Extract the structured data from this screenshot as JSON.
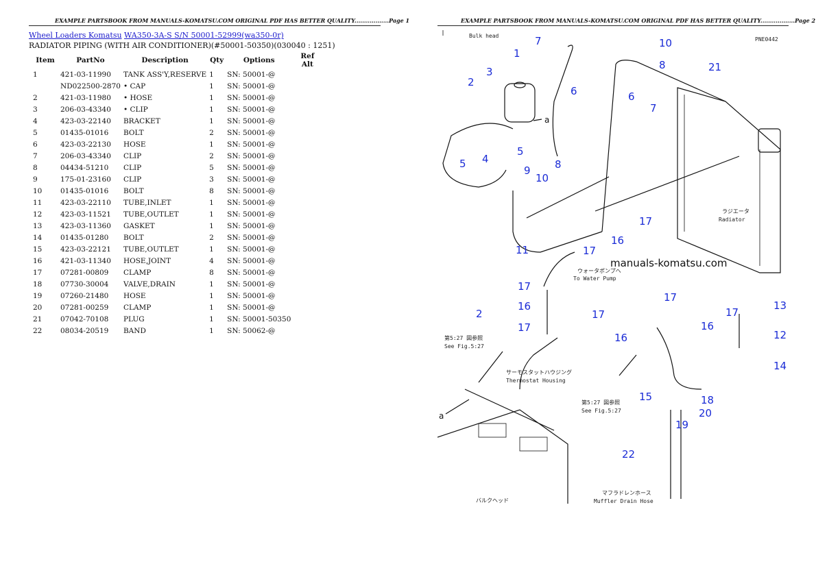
{
  "header": {
    "left": "EXAMPLE PARTSBOOK FROM MANUALS-KOMATSU.COM ORIGINAL PDF HAS BETTER QUALITY..................Page 1",
    "right": "EXAMPLE PARTSBOOK FROM MANUALS-KOMATSU.COM ORIGINAL PDF HAS BETTER QUALITY..................Page 2"
  },
  "breadcrumb": {
    "category": "Wheel Loaders Komatsu",
    "model": "WA350-3A-S S/N 50001-52999(wa350-0r)"
  },
  "subtitle": "RADIATOR PIPING (WITH AIR CONDITIONER)(#50001-50350)(030040 : 1251)",
  "table": {
    "columns": [
      "Item",
      "PartNo",
      "Description",
      "Qty",
      "Options",
      "Ref Alt"
    ],
    "rows": [
      [
        "1",
        "421-03-11990",
        "TANK ASS'Y,RESERVE",
        "1",
        "SN: 50001-@",
        ""
      ],
      [
        "",
        "ND022500-2870",
        "• CAP",
        "1",
        "SN: 50001-@",
        ""
      ],
      [
        "2",
        "421-03-11980",
        "• HOSE",
        "1",
        "SN: 50001-@",
        ""
      ],
      [
        "3",
        "206-03-43340",
        "• CLIP",
        "1",
        "SN: 50001-@",
        ""
      ],
      [
        "4",
        "423-03-22140",
        "BRACKET",
        "1",
        "SN: 50001-@",
        ""
      ],
      [
        "5",
        "01435-01016",
        "BOLT",
        "2",
        "SN: 50001-@",
        ""
      ],
      [
        "6",
        "423-03-22130",
        "HOSE",
        "1",
        "SN: 50001-@",
        ""
      ],
      [
        "7",
        "206-03-43340",
        "CLIP",
        "2",
        "SN: 50001-@",
        ""
      ],
      [
        "8",
        "04434-51210",
        "CLIP",
        "5",
        "SN: 50001-@",
        ""
      ],
      [
        "9",
        "175-01-23160",
        "CLIP",
        "3",
        "SN: 50001-@",
        ""
      ],
      [
        "10",
        "01435-01016",
        "BOLT",
        "8",
        "SN: 50001-@",
        ""
      ],
      [
        "11",
        "423-03-22110",
        "TUBE,INLET",
        "1",
        "SN: 50001-@",
        ""
      ],
      [
        "12",
        "423-03-11521",
        "TUBE,OUTLET",
        "1",
        "SN: 50001-@",
        ""
      ],
      [
        "13",
        "423-03-11360",
        "GASKET",
        "1",
        "SN: 50001-@",
        ""
      ],
      [
        "14",
        "01435-01280",
        "BOLT",
        "2",
        "SN: 50001-@",
        ""
      ],
      [
        "15",
        "423-03-22121",
        "TUBE,OUTLET",
        "1",
        "SN: 50001-@",
        ""
      ],
      [
        "16",
        "421-03-11340",
        "HOSE,JOINT",
        "4",
        "SN: 50001-@",
        ""
      ],
      [
        "17",
        "07281-00809",
        "CLAMP",
        "8",
        "SN: 50001-@",
        ""
      ],
      [
        "18",
        "07730-30004",
        "VALVE,DRAIN",
        "1",
        "SN: 50001-@",
        ""
      ],
      [
        "19",
        "07260-21480",
        "HOSE",
        "1",
        "SN: 50001-@",
        ""
      ],
      [
        "20",
        "07281-00259",
        "CLAMP",
        "1",
        "SN: 50001-@",
        ""
      ],
      [
        "21",
        "07042-70108",
        "PLUG",
        "1",
        "SN: 50001-50350",
        ""
      ],
      [
        "22",
        "08034-20519",
        "BAND",
        "1",
        "SN: 50062-@",
        ""
      ]
    ]
  },
  "diagram": {
    "code": "PNE0442",
    "watermark": "manuals-komatsu.com",
    "labels": {
      "bulkhead_top": "Bulk head",
      "radiator_jp": "ラジエータ",
      "radiator_en": "Radiator",
      "water_pump_jp": "ウォータポンプへ",
      "water_pump_en": "To Water Pump",
      "see_fig_jp_1": "第5:27 図参照",
      "see_fig_en_1": "See Fig.5:27",
      "thermostat_jp": "サーモスタットハウジング",
      "thermostat_en": "Thermostat Housing",
      "see_fig_jp_2": "第5:27 図参照",
      "see_fig_en_2": "See Fig.5:27",
      "muffler_jp": "マフラドレンホース",
      "muffler_en": "Muffler Drain Hose",
      "bulkhead_jp": "バルクヘッド",
      "ref_a": "a"
    },
    "callouts": [
      "1",
      "2",
      "3",
      "4",
      "5",
      "5",
      "6",
      "6",
      "7",
      "7",
      "8",
      "8",
      "9",
      "10",
      "10",
      "11",
      "12",
      "13",
      "14",
      "15",
      "16",
      "16",
      "16",
      "16",
      "17",
      "17",
      "17",
      "17",
      "17",
      "17",
      "17",
      "18",
      "19",
      "20",
      "21",
      "22",
      "2"
    ]
  }
}
